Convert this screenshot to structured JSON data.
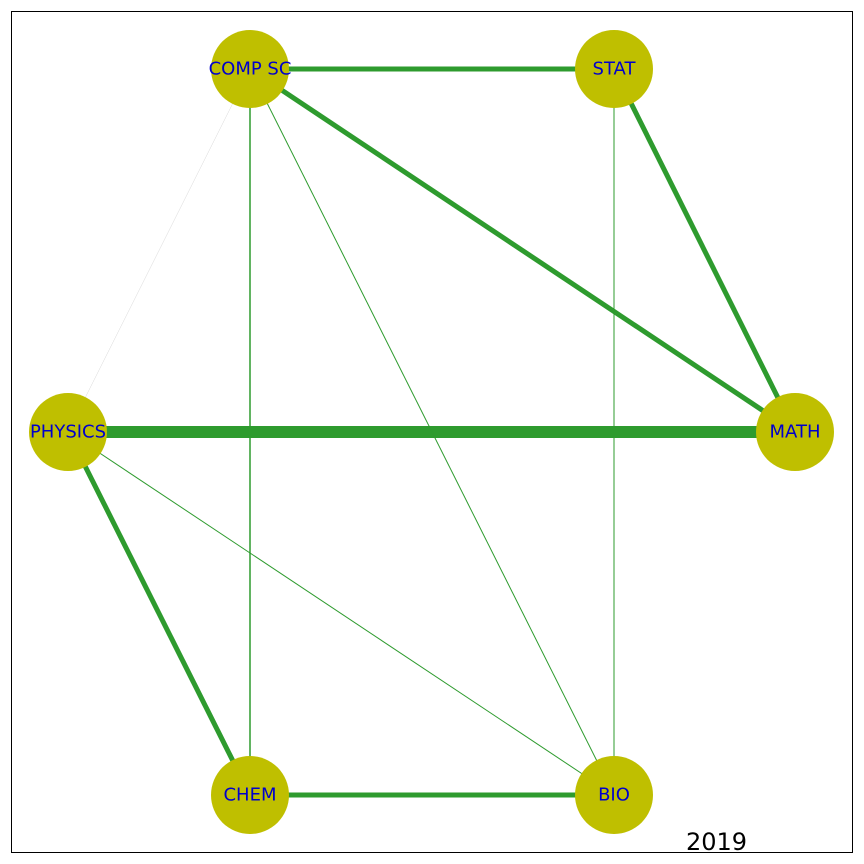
{
  "diagram": {
    "year": "2019",
    "node_color": "#bfbf00",
    "label_color": "#0000cc",
    "edge_color": "#2e9b2e",
    "faint_edge_color": "#bfbfbf",
    "nodes": [
      {
        "id": "comp_sc",
        "label": "COMP SC"
      },
      {
        "id": "stat",
        "label": "STAT"
      },
      {
        "id": "physics",
        "label": "PHYSICS"
      },
      {
        "id": "math",
        "label": "MATH"
      },
      {
        "id": "chem",
        "label": "CHEM"
      },
      {
        "id": "bio",
        "label": "BIO"
      }
    ],
    "edges": [
      {
        "source": "physics",
        "target": "math",
        "weight": 12
      },
      {
        "source": "comp_sc",
        "target": "stat",
        "weight": 5
      },
      {
        "source": "comp_sc",
        "target": "math",
        "weight": 5
      },
      {
        "source": "stat",
        "target": "math",
        "weight": 5
      },
      {
        "source": "physics",
        "target": "chem",
        "weight": 5
      },
      {
        "source": "chem",
        "target": "bio",
        "weight": 5
      },
      {
        "source": "comp_sc",
        "target": "chem",
        "weight": 1.5
      },
      {
        "source": "comp_sc",
        "target": "bio",
        "weight": 1
      },
      {
        "source": "stat",
        "target": "bio",
        "weight": 1
      },
      {
        "source": "physics",
        "target": "bio",
        "weight": 1
      },
      {
        "source": "comp_sc",
        "target": "physics",
        "weight": 0.3
      }
    ]
  }
}
